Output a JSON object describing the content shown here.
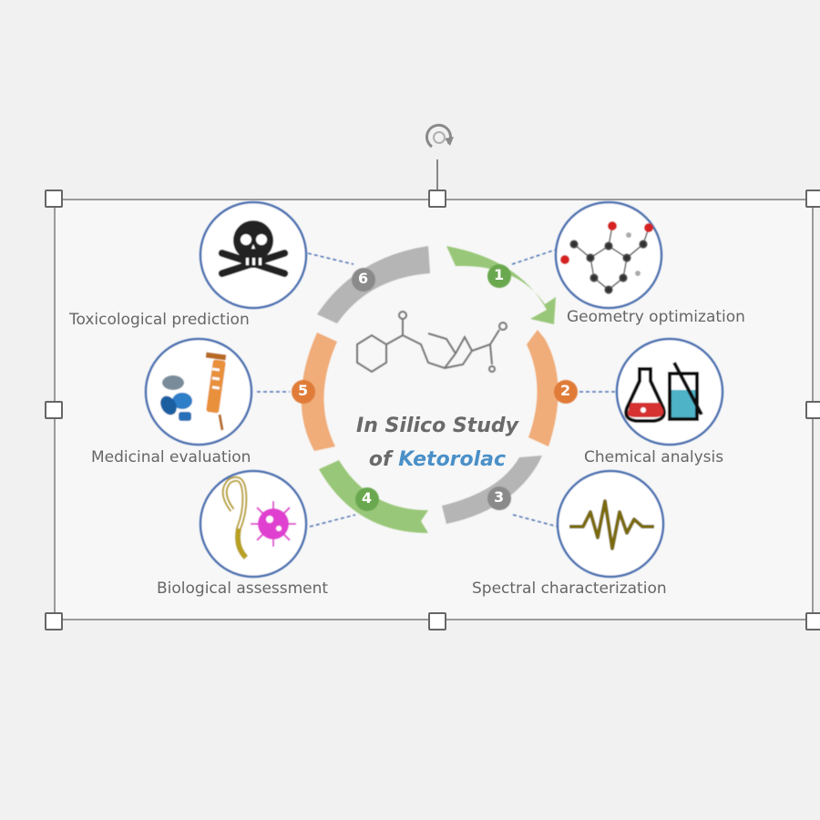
{
  "diagram": {
    "title_line1": "In Silico Study",
    "title_line2_prefix": "of ",
    "title_line2_highlight": "Ketorolac",
    "steps": [
      {
        "number": "1",
        "label": "Geometry optimization",
        "icon": "molecule-icon",
        "color": "#8fc26b"
      },
      {
        "number": "2",
        "label": "Chemical analysis",
        "icon": "flask-beaker-icon",
        "color": "#f0a46b"
      },
      {
        "number": "3",
        "label": "Spectral characterization",
        "icon": "spectrum-wave-icon",
        "color": "#a9a9a9"
      },
      {
        "number": "4",
        "label": "Biological assessment",
        "icon": "bacteria-icon",
        "color": "#8fc26b"
      },
      {
        "number": "5",
        "label": "Medicinal evaluation",
        "icon": "syringe-pills-icon",
        "color": "#f0a46b"
      },
      {
        "number": "6",
        "label": "Toxicological prediction",
        "icon": "skull-crossbones-icon",
        "color": "#a9a9a9"
      }
    ],
    "colors": {
      "accent": "#4a90c8",
      "circle_border": "#4a6fb0",
      "green": "#8fc26b",
      "orange": "#f0a46b",
      "gray": "#a9a9a9"
    }
  }
}
